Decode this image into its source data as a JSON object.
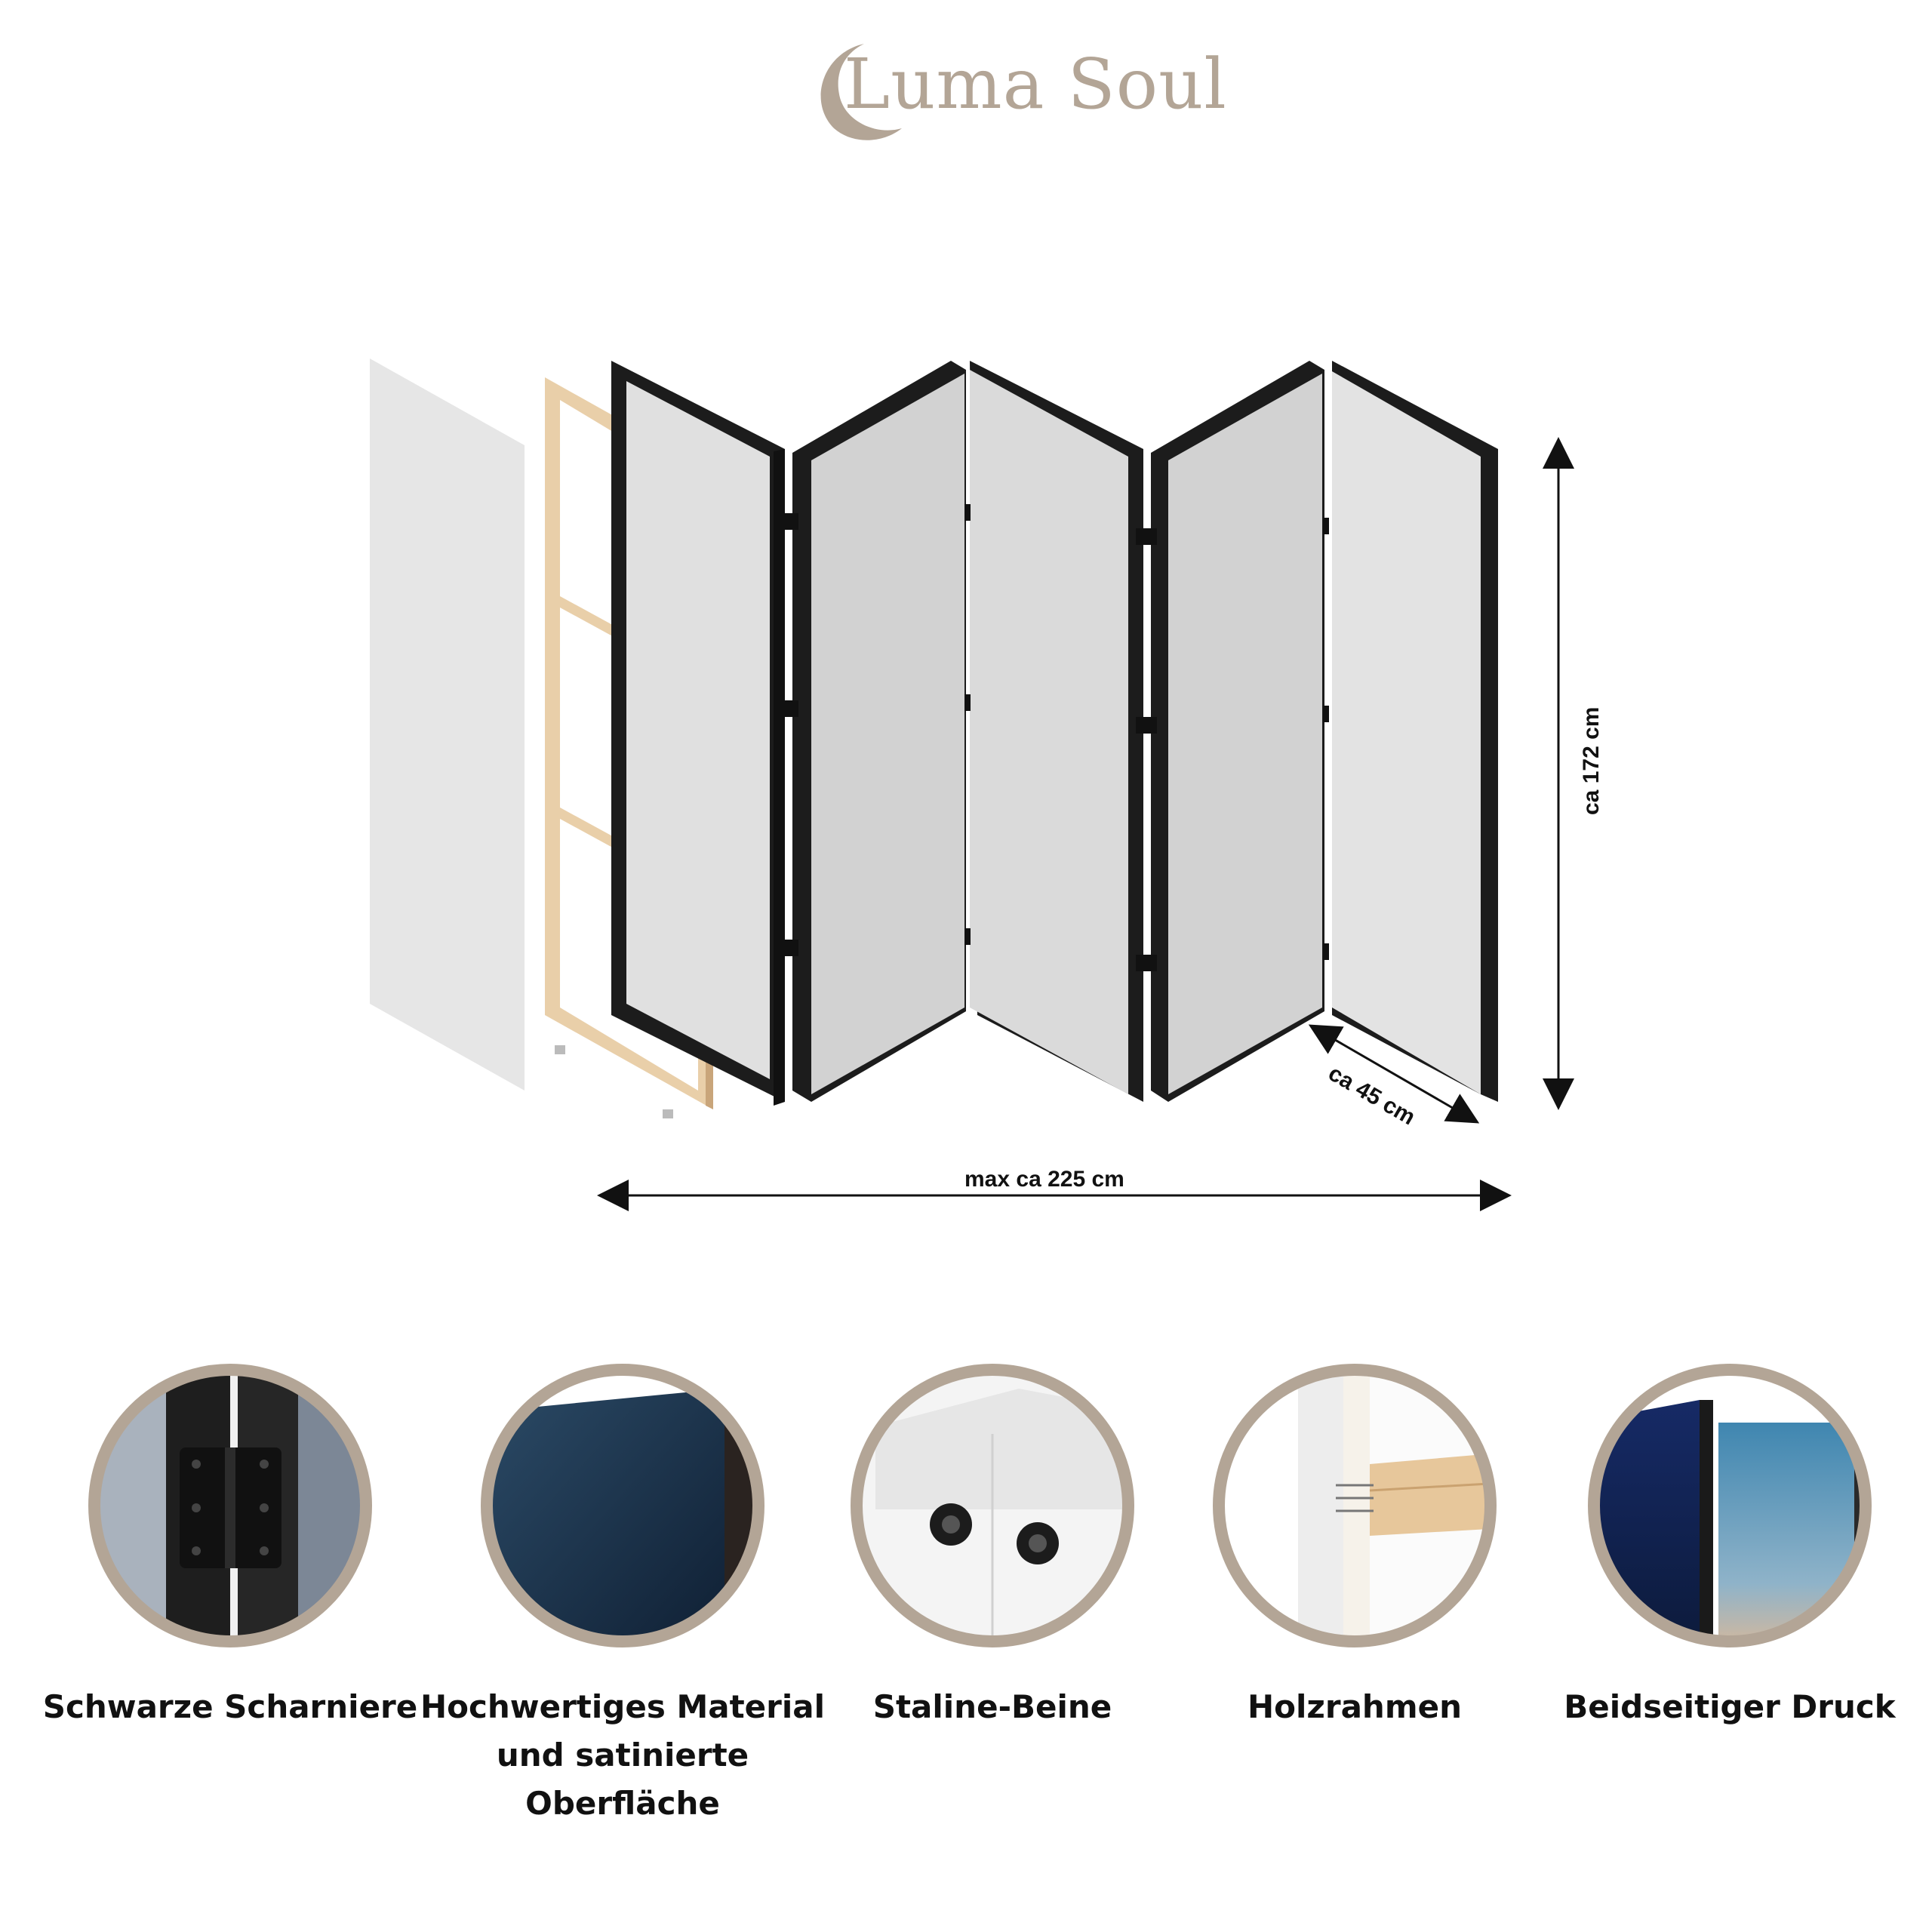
{
  "brand": {
    "name": "Luma Soul",
    "color": "#b3a596"
  },
  "dimensions": {
    "height_label": "ca 172 cm",
    "depth_label": "ca 45 cm",
    "width_label": "max ca 225 cm"
  },
  "features": [
    {
      "label": "Schwarze Scharniere",
      "icon": "black-hinge-photo"
    },
    {
      "label": "Hochwertiges Material und satinierte Oberfläche",
      "icon": "satin-surface-photo"
    },
    {
      "label": "Staline-Beine",
      "icon": "feet-photo"
    },
    {
      "label": "Holzrahmen",
      "icon": "wood-frame-photo"
    },
    {
      "label": "Beidseitiger Druck",
      "icon": "double-sided-print-photo"
    }
  ],
  "colors": {
    "frame": "#1c1c1c",
    "panel": "#dcdcdc",
    "panel_dark": "#cfcfcf",
    "wood": "#e9cfa9",
    "ring": "#b3a596"
  }
}
